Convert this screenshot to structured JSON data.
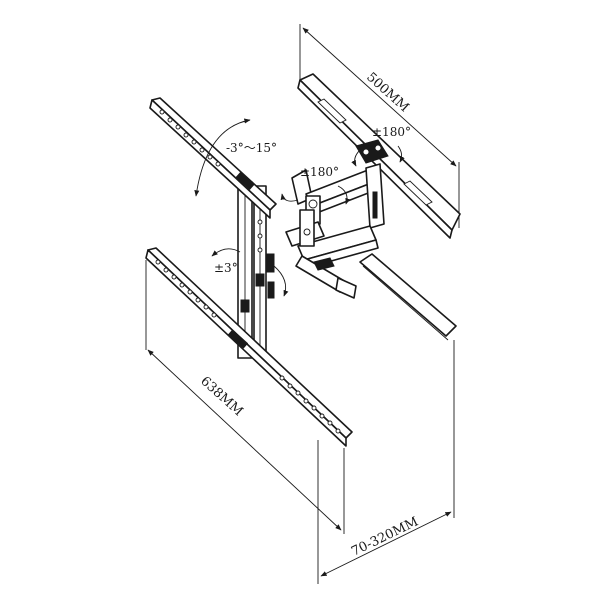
{
  "labels": {
    "wall_plate_width": "500MM",
    "wall_swivel": "±180°",
    "arm_swivel": "±180°",
    "tilt_range": "-3°～15°",
    "level_adjust": "±3°",
    "max_vesa_width": "638MM",
    "profile_range": "70-320MM"
  },
  "colors": {
    "line": "#1a1a1a",
    "background": "#ffffff"
  }
}
